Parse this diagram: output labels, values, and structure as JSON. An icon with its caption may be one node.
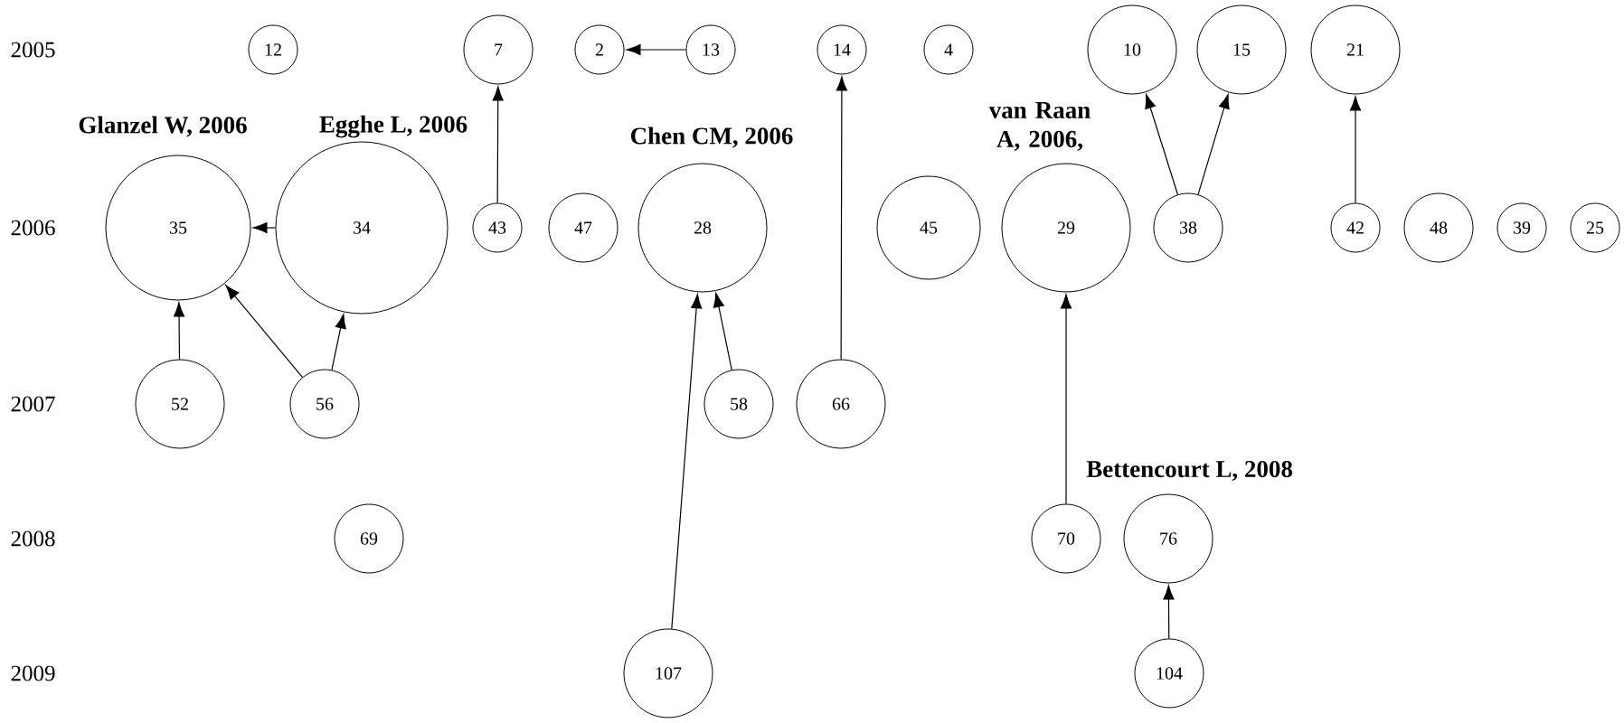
{
  "diagram": {
    "nodes": [
      {
        "text": [
          "12"
        ]
      },
      {
        "text": [
          "7"
        ]
      },
      {
        "text": [
          "2"
        ]
      },
      {
        "text": [
          "13"
        ]
      },
      {
        "text": [
          "14"
        ]
      },
      {
        "text": [
          "4"
        ]
      },
      {
        "text": [
          "10"
        ]
      },
      {
        "text": [
          "15"
        ]
      },
      {
        "text": [
          "21"
        ]
      },
      {
        "text": [
          "35"
        ],
        "beside": [
          "Glanzel W, 2006"
        ]
      },
      {
        "text": [
          "34"
        ],
        "beside": [
          "Egghe L, 2006"
        ]
      },
      {
        "text": [
          "43"
        ]
      },
      {
        "text": [
          "47"
        ]
      },
      {
        "text": [
          "28"
        ],
        "beside": [
          "Chen CM, 2006"
        ]
      },
      {
        "text": [
          "45"
        ]
      },
      {
        "text": [
          "29"
        ],
        "beside": [
          "van Raan A, 2006,"
        ]
      },
      {
        "text": [
          "38"
        ]
      },
      {
        "text": [
          "42"
        ]
      },
      {
        "text": [
          "48"
        ]
      },
      {
        "text": [
          "39"
        ]
      },
      {
        "text": [
          "25"
        ]
      },
      {
        "text": [
          "52"
        ]
      },
      {
        "text": [
          "56"
        ]
      },
      {
        "text": [
          "58"
        ]
      },
      {
        "text": [
          "66"
        ]
      },
      {
        "text": [
          "69"
        ]
      },
      {
        "text": [
          "70"
        ],
        "beside": [
          "Bettencourt L, 2008"
        ]
      },
      {
        "text": [
          "76"
        ]
      },
      {
        "text": [
          "107"
        ]
      },
      {
        "text": [
          "104"
        ]
      }
    ],
    "edges": [
      {
        "from": 3,
        "to": 2,
        "arrow": "to"
      },
      {
        "from": 11,
        "to": 1,
        "arrow": "to"
      },
      {
        "from": 24,
        "to": 4,
        "arrow": "to"
      },
      {
        "from": 16,
        "to": 6,
        "arrow": "to"
      },
      {
        "from": 16,
        "to": 7,
        "arrow": "to"
      },
      {
        "from": 17,
        "to": 8,
        "arrow": "to"
      },
      {
        "from": 10,
        "to": 9,
        "arrow": "to"
      },
      {
        "from": 21,
        "to": 9,
        "arrow": "to"
      },
      {
        "from": 22,
        "to": 9,
        "arrow": "to"
      },
      {
        "from": 22,
        "to": 10,
        "arrow": "to"
      },
      {
        "from": 28,
        "to": 13,
        "arrow": "to"
      },
      {
        "from": 23,
        "to": 13,
        "arrow": "to"
      },
      {
        "from": 26,
        "to": 15,
        "arrow": "to"
      },
      {
        "from": 29,
        "to": 27,
        "arrow": "to"
      }
    ],
    "labels": [
      "2005",
      "2006",
      "2007",
      "2008",
      "2009"
    ]
  }
}
